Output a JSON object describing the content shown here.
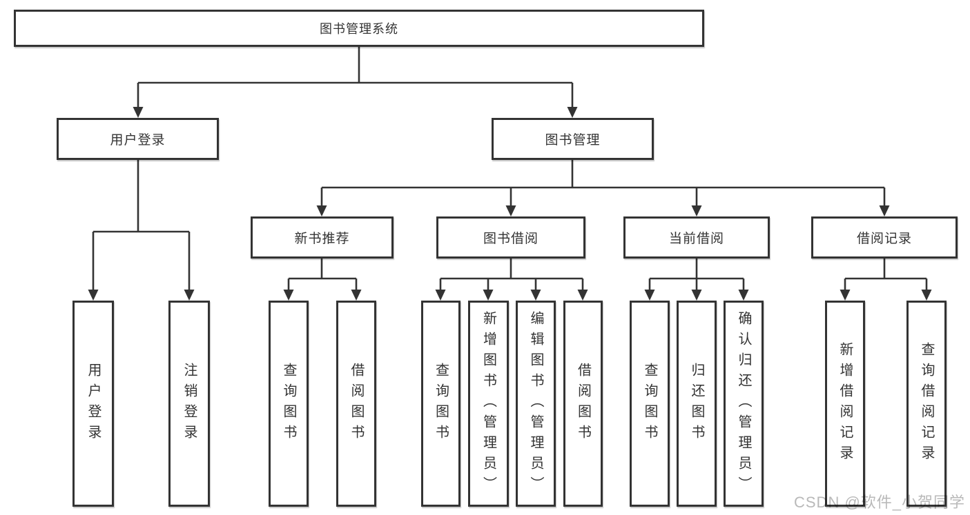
{
  "root": {
    "label": "图书管理系统"
  },
  "level2": {
    "user_login": "用户登录",
    "book_management": "图书管理"
  },
  "level3": {
    "new_book_recommend": "新书推荐",
    "book_borrowing": "图书借阅",
    "current_borrowing": "当前借阅",
    "borrowing_records": "借阅记录"
  },
  "leaves": {
    "user_login": [
      "用户登录",
      "注销登录"
    ],
    "new_book_recommend": [
      "查询图书",
      "借阅图书"
    ],
    "book_borrowing": [
      "查询图书",
      "新增图书（管理员）",
      "编辑图书（管理员）",
      "借阅图书"
    ],
    "current_borrowing": [
      "查询图书",
      "归还图书",
      "确认归还（管理员）"
    ],
    "borrowing_records": [
      "新增借阅记录",
      "查询借阅记录"
    ]
  },
  "watermark": "CSDN @软件_小贺同学",
  "colors": {
    "line": "#333333",
    "text": "#333333",
    "watermark": "#b9b9b9"
  }
}
